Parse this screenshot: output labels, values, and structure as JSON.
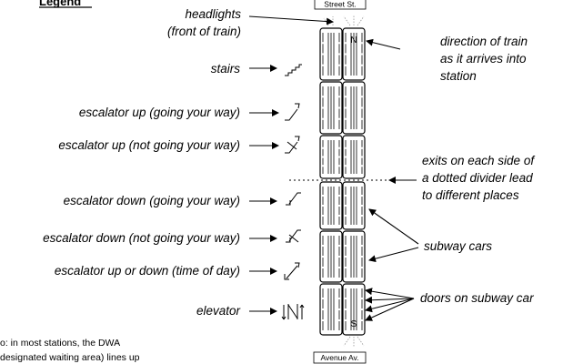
{
  "heading": "Legend",
  "street_top": "Street St.",
  "street_bottom": "Avenue Av.",
  "front_marker": "N",
  "rear_marker": "S",
  "labels": {
    "headlights_line1": "headlights",
    "headlights_line2": "(front of train)",
    "stairs": "stairs",
    "escalator_up_going": "escalator up (going your way)",
    "escalator_up_not_going": "escalator up (not going your way)",
    "escalator_down_going": "escalator down (going your way)",
    "escalator_down_not_going": "escalator down (not going your way)",
    "escalator_time_of_day": "escalator up or down (time of day)",
    "elevator": "elevator",
    "direction_line1": "direction of train",
    "direction_line2": "as it arrives into",
    "direction_line3": "station",
    "exits_line1": "exits on each side of",
    "exits_line2": "a dotted divider lead",
    "exits_line3": "to different places",
    "subway_cars": "subway cars",
    "doors": "doors on subway car"
  },
  "note": {
    "line1": "o: in most stations, the DWA",
    "line2": "designated waiting area) lines up"
  },
  "icons": [
    "stairs-icon",
    "escalator-up-icon",
    "escalator-up-crossed-icon",
    "escalator-down-icon",
    "escalator-down-crossed-icon",
    "escalator-either-icon",
    "elevator-icon",
    "arrow-right-icon",
    "arrow-left-icon"
  ]
}
